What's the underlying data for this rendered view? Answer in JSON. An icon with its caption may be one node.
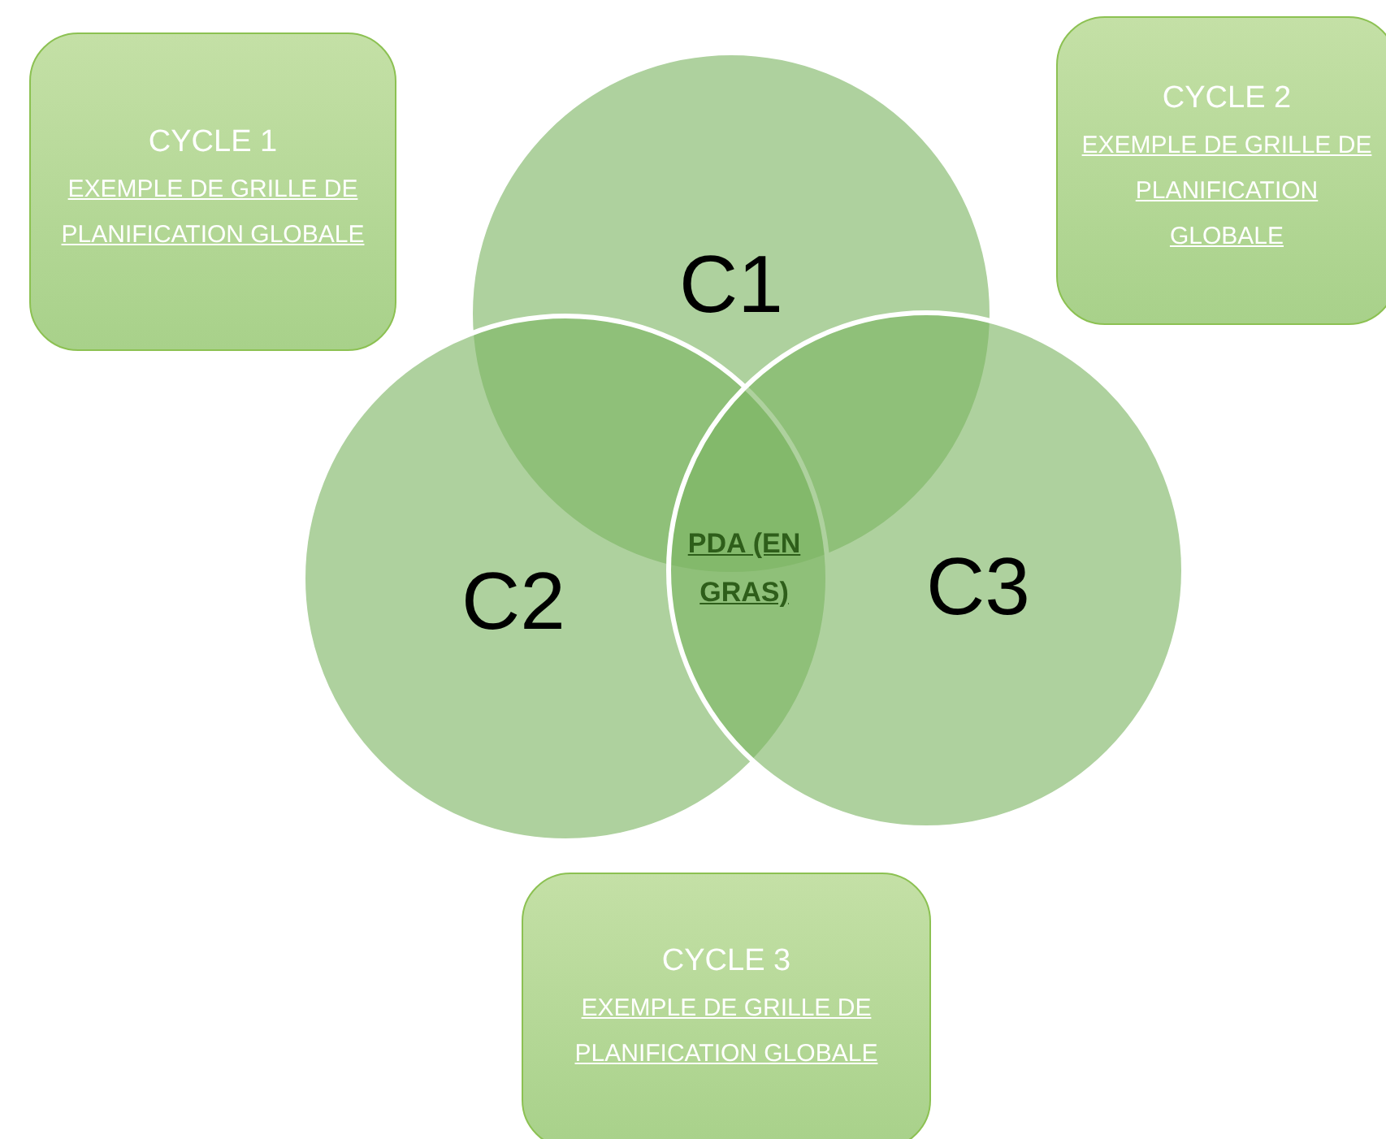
{
  "diagram": {
    "nodes": [
      {
        "text": [
          "CYCLE 1",
          "EXEMPLE DE GRILLE DE PLANIFICATION GLOBALE"
        ]
      },
      {
        "text": [
          "CYCLE 2",
          "EXEMPLE DE GRILLE DE PLANIFICATION GLOBALE"
        ]
      },
      {
        "text": [
          "C1"
        ]
      },
      {
        "text": [
          "C2"
        ]
      },
      {
        "text": [
          "C3"
        ]
      },
      {
        "text": [
          "PDA (EN GRAS)"
        ]
      },
      {
        "text": [
          "CYCLE 3",
          "EXEMPLE DE GRILLE DE PLANIFICATION GLOBALE"
        ]
      }
    ]
  }
}
